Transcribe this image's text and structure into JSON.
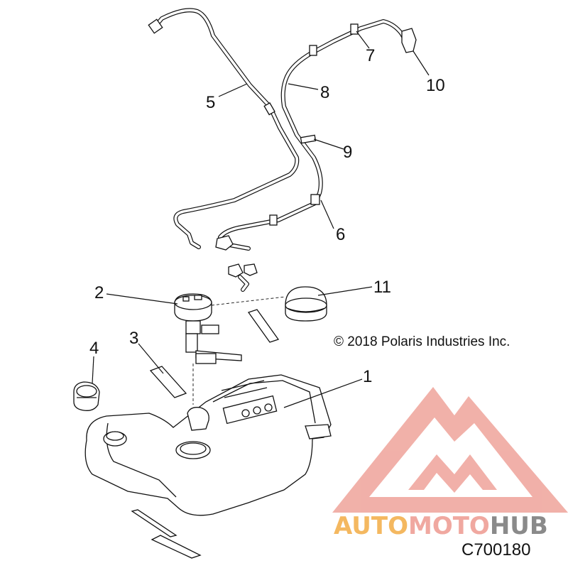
{
  "callouts": {
    "c1": "1",
    "c2": "2",
    "c3": "3",
    "c4": "4",
    "c5": "5",
    "c6": "6",
    "c7": "7",
    "c8": "8",
    "c9": "9",
    "c10": "10",
    "c11": "11"
  },
  "copyright": "© 2018 Polaris Industries Inc.",
  "diagram_code": "C700180",
  "watermark": {
    "word_part1": "AUTO",
    "word_part2": "MOTO",
    "word_part3": "HUB",
    "colors": {
      "logo": "#f0a8a0",
      "auto": "#f4b860",
      "moto": "#f0a8a0",
      "hub": "#8a8a8a"
    }
  }
}
